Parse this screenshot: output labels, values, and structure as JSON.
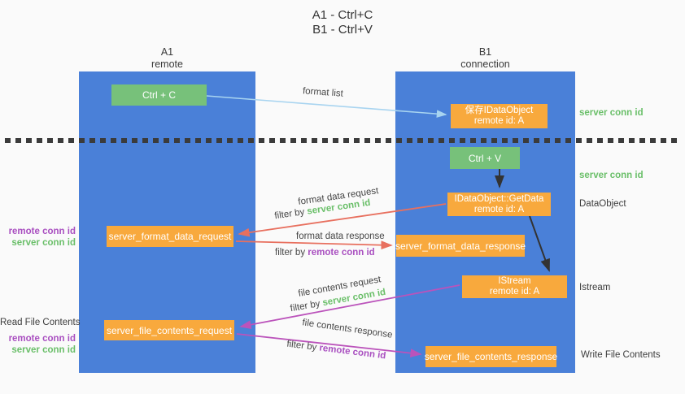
{
  "title": {
    "line1": "A1 - Ctrl+C",
    "line2": "B1 - Ctrl+V"
  },
  "lanes": {
    "left": {
      "name": "A1",
      "subtitle": "remote"
    },
    "right": {
      "name": "B1",
      "subtitle": "connection"
    }
  },
  "nodes": {
    "ctrl_c": {
      "label": "Ctrl + C"
    },
    "ctrl_v": {
      "label": "Ctrl + V"
    },
    "save_idataobject": {
      "line1": "保存IDataObject",
      "line2": "remote id: A"
    },
    "getdata": {
      "line1": "IDataObject::GetData",
      "line2": "remote id: A"
    },
    "istream": {
      "line1": "IStream",
      "line2": "remote id: A"
    },
    "format_request": {
      "label": "server_format_data_request"
    },
    "format_response": {
      "label": "server_format_data_response"
    },
    "file_request": {
      "label": "server_file_contents_request"
    },
    "file_response": {
      "label": "server_file_contents_response"
    }
  },
  "edge_labels": {
    "format_list": "format list",
    "format_data_request": {
      "text": "format data request",
      "filter_prefix": "filter by",
      "filter_key": "server conn id"
    },
    "format_data_response": {
      "text": "format data response",
      "filter_prefix": "filter by",
      "filter_key": "remote conn id"
    },
    "file_contents_request": {
      "text": "file contents request",
      "filter_prefix": "filter by",
      "filter_key": "server conn id"
    },
    "file_contents_response": {
      "text": "file contents response",
      "filter_prefix": "filter by",
      "filter_key": "remote conn id"
    }
  },
  "side_labels": {
    "right_server_conn_id_top": "server conn id",
    "right_server_conn_id_mid": "server conn id",
    "dataobject": "DataObject",
    "istream": "Istream",
    "write_file_contents": "Write File Contents",
    "left_remote_conn_id_top": "remote conn id",
    "left_server_conn_id_top": "server conn id",
    "read_file_contents": "Read File Contents",
    "left_remote_conn_id_bottom": "remote conn id",
    "left_server_conn_id_bottom": "server conn id"
  },
  "colors": {
    "lane_blue": "#4a80d8",
    "node_green": "#77c17a",
    "node_orange": "#f8a93d",
    "arrow_light_blue": "#a8d4f0",
    "arrow_salmon": "#e8705f",
    "arrow_magenta": "#bb53bb",
    "arrow_black": "#333333",
    "text_green": "#6abf69",
    "text_purple": "#a94fc0"
  }
}
